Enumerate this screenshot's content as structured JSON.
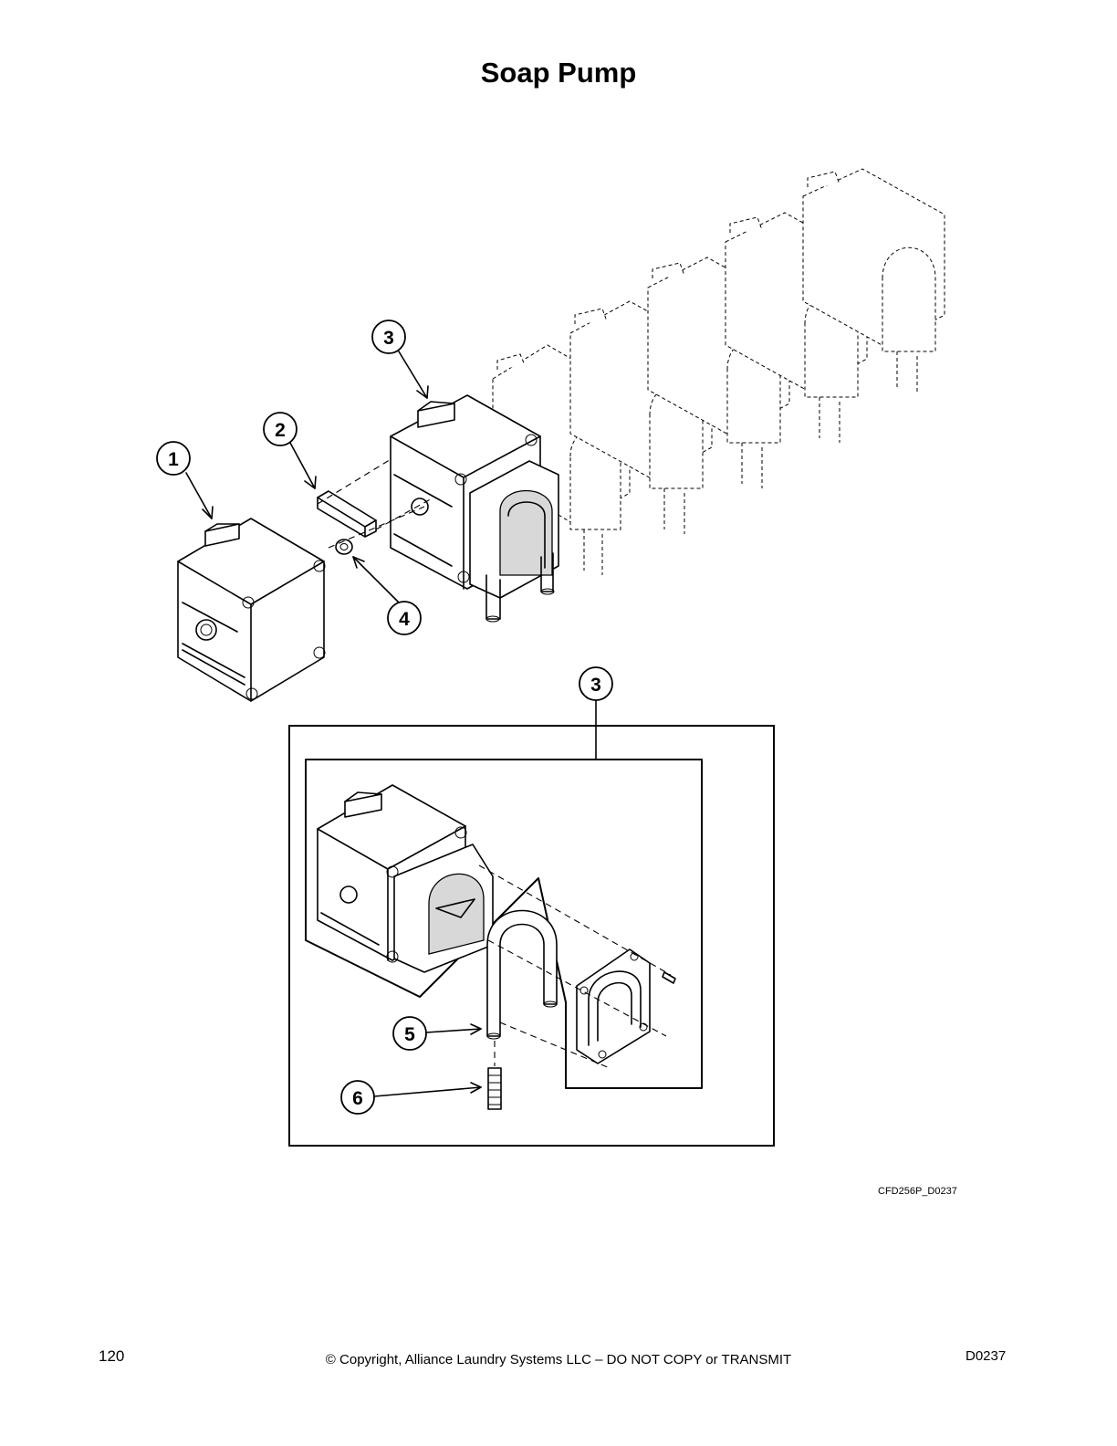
{
  "title": "Soap Pump",
  "callouts": {
    "c1": "1",
    "c2": "2",
    "c3_top": "3",
    "c4": "4",
    "c3_detail": "3",
    "c5": "5",
    "c6": "6"
  },
  "figure_code": "CFD256P_D0237",
  "footer": {
    "page_number": "120",
    "copyright": "© Copyright, Alliance Laundry Systems LLC – DO NOT COPY or TRANSMIT",
    "doc_code": "D0237"
  }
}
